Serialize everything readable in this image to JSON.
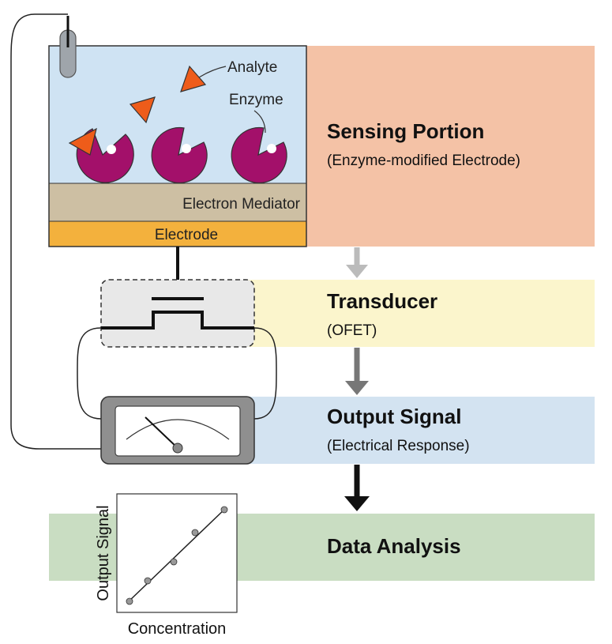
{
  "stages": {
    "sensing": {
      "title": "Sensing Portion",
      "subtitle": "(Enzyme-modified Electrode)",
      "color": "#f4c2a6"
    },
    "transducer": {
      "title": "Transducer",
      "subtitle": "(OFET)",
      "color": "#fbf5cc"
    },
    "output": {
      "title": "Output Signal",
      "subtitle": "(Electrical Response)",
      "color": "#d3e3f1"
    },
    "analysis": {
      "title": "Data Analysis",
      "color": "#c9ddc2"
    }
  },
  "electrode": {
    "analyte_label": "Analyte",
    "enzyme_label": "Enzyme",
    "mediator_label": "Electron Mediator",
    "electrode_label": "Electrode",
    "solution_color": "#cfe3f3",
    "mediator_color": "#cdbfa3",
    "electrode_color": "#f3b13d",
    "enzyme_color": "#a3106a",
    "analyte_color": "#ee5c1a"
  },
  "plot": {
    "ylabel": "Output Signal",
    "xlabel": "Concentration"
  },
  "arrows": {
    "sensing_to_transducer": "#bbbbbb",
    "transducer_to_output": "#777777",
    "output_to_analysis": "#111111"
  }
}
